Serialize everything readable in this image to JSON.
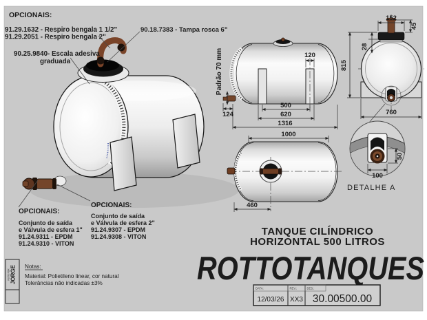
{
  "colors": {
    "drawing_bg": "#c9c9c9",
    "fitting_brown": "#74452a",
    "logo": "#14141e"
  },
  "top_labels": {
    "opcionais": "OPCIONAIS:",
    "respiro1": "91.29.1632 - Respiro bengala 1 1/2\"",
    "respiro2": "91.29.2051 - Respiro bengala 2\"",
    "escala1": "90.25.9840- Escala adesiva",
    "escala2": "graduada",
    "tampa": "90.18.7383 - Tampa rosca 6\""
  },
  "outlet_left": {
    "title": "OPCIONAIS:",
    "lines": [
      "Conjunto de saída",
      "e Válvula de esfera 1\"",
      "91.24.9311 - EPDM",
      "91.24.9310 - VITON"
    ]
  },
  "outlet_right": {
    "title": "OPCIONAIS:",
    "lines": [
      "Conjunto de saída",
      "e Válvula de esfera 2\"",
      "91.24.9307 - EPDM",
      "91.24.9308 - VITON"
    ]
  },
  "dims": {
    "padrao": "Padrão 70 mm",
    "d120": "120",
    "d124": "124",
    "d500": "500",
    "d620": "620",
    "d1316": "1316",
    "d1000": "1000",
    "d460": "460",
    "d152": "152",
    "d45": "45",
    "d28": "28",
    "d815": "815",
    "d760": "760",
    "d100": "100",
    "d50": "50",
    "detalhe": "DETALHE A"
  },
  "notes": {
    "title": "Notas:",
    "material": "Material: Polietileno linear, cor natural",
    "tolerancia": "Tolerâncias não indicadas ±3%",
    "author": "JORGE",
    "author_role": "FEITO POR"
  },
  "title_block": {
    "line1": "TANQUE CILÍNDRICO",
    "line2": "HORIZONTAL 500 LITROS",
    "logo": "ROTTOTANQUES",
    "data_label": "DATA:",
    "data_value": "12/03/26",
    "rev_label": "REV.:",
    "rev_value": "XX3",
    "des_label": "DES.:",
    "des_value": "30.00500.00"
  }
}
